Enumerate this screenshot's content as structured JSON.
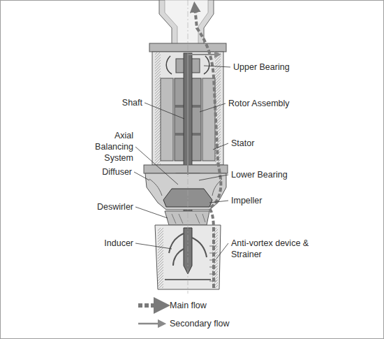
{
  "diagram": {
    "labels": [
      "Upper Bearing",
      "Rotor Assembly",
      "Shaft",
      "Axial Balancing System",
      "Stator",
      "Diffuser",
      "Lower Bearing",
      "Deswirler",
      "Impeller",
      "Inducer",
      "Anti-vortex device & Strainer"
    ],
    "legend": [
      {
        "text": "Main flow"
      },
      {
        "text": "Secondary flow"
      }
    ]
  }
}
